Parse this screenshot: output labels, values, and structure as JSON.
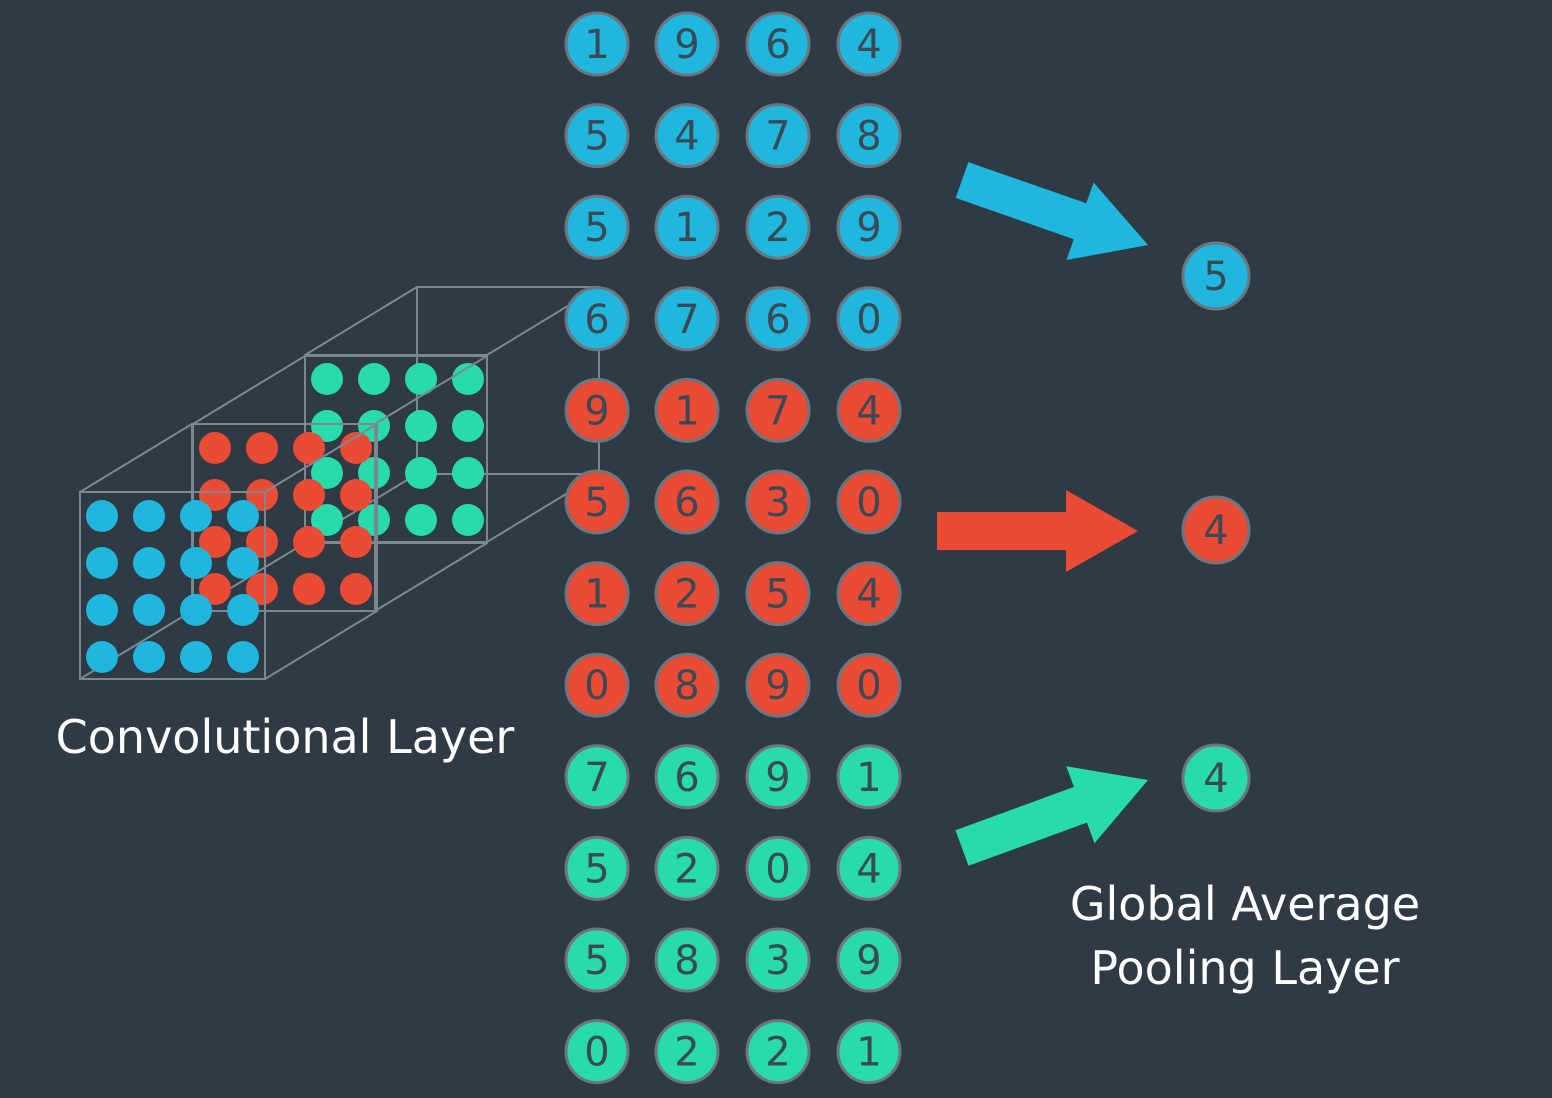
{
  "colors": {
    "background": "#2f3a45",
    "blue": "#1fb7de",
    "red": "#ea4b35",
    "green": "#27dbad",
    "cube_edge": "#7d8791",
    "number_text": "#3a4a55"
  },
  "labels": {
    "convolutional_layer": "Convolutional Layer",
    "pooling_line1": "Global Average",
    "pooling_line2": "Pooling Layer"
  },
  "feature_maps": [
    {
      "color": "blue",
      "values": [
        [
          1,
          9,
          6,
          4
        ],
        [
          5,
          4,
          7,
          8
        ],
        [
          5,
          1,
          2,
          9
        ],
        [
          6,
          7,
          6,
          0
        ]
      ],
      "pooled": 5
    },
    {
      "color": "red",
      "values": [
        [
          9,
          1,
          7,
          4
        ],
        [
          5,
          6,
          3,
          0
        ],
        [
          1,
          2,
          5,
          4
        ],
        [
          0,
          8,
          9,
          0
        ]
      ],
      "pooled": 4
    },
    {
      "color": "green",
      "values": [
        [
          7,
          6,
          9,
          1
        ],
        [
          5,
          2,
          0,
          4
        ],
        [
          5,
          8,
          3,
          9
        ],
        [
          0,
          2,
          2,
          1
        ]
      ],
      "pooled": 4
    }
  ]
}
